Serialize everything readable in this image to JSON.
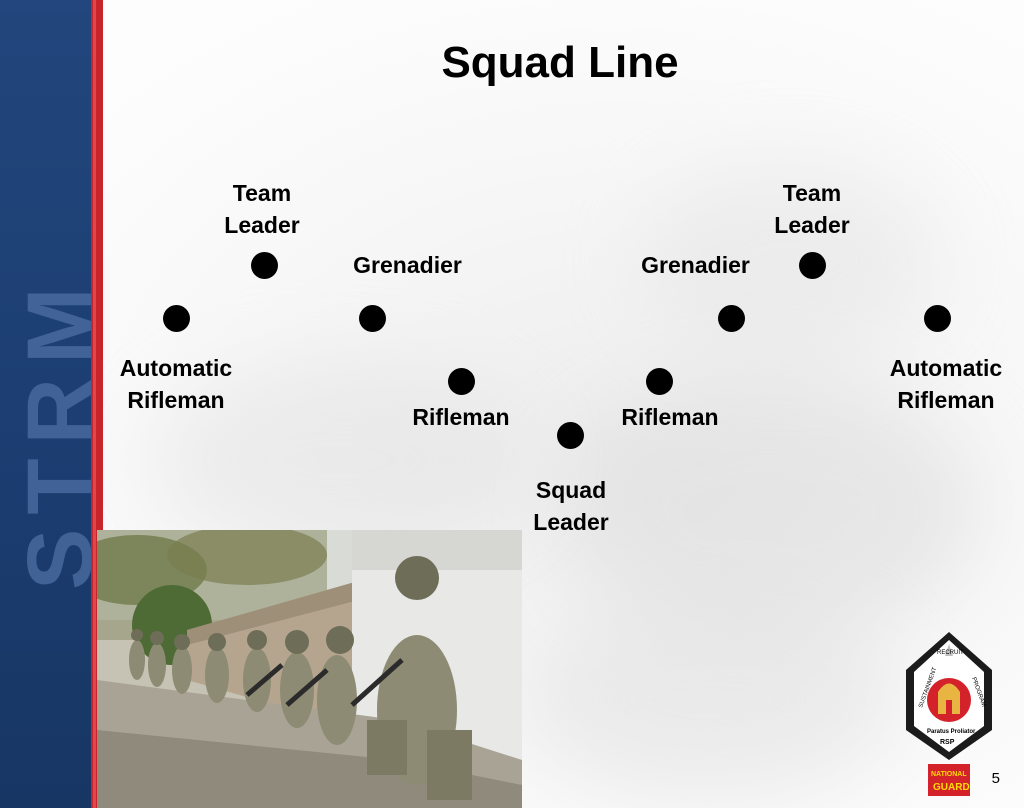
{
  "slide": {
    "title": "Squad Line",
    "side_text": "STRM",
    "page_number": "5"
  },
  "formation": {
    "team_leader_left": "Team\nLeader",
    "team_leader_right": "Team\nLeader",
    "grenadier_left": "Grenadier",
    "grenadier_right": "Grenadier",
    "automatic_rifleman_left": "Automatic\nRifleman",
    "automatic_rifleman_right": "Automatic\nRifleman",
    "rifleman_left": "Rifleman",
    "rifleman_right": "Rifleman",
    "squad_leader": "Squad\nLeader"
  },
  "emblem": {
    "ring_text_left": "SUSTAINMENT",
    "ring_text_top": "RECRUIT",
    "ring_text_right": "PROGRAM",
    "motto": "Paratus Proliator",
    "abbrev": "RSP",
    "guard_line1": "NATIONAL",
    "guard_line2": "GUARD"
  },
  "colors": {
    "band_blue": "#1c3e72",
    "stripe_red": "#c8242b",
    "emblem_red": "#d3222a"
  }
}
